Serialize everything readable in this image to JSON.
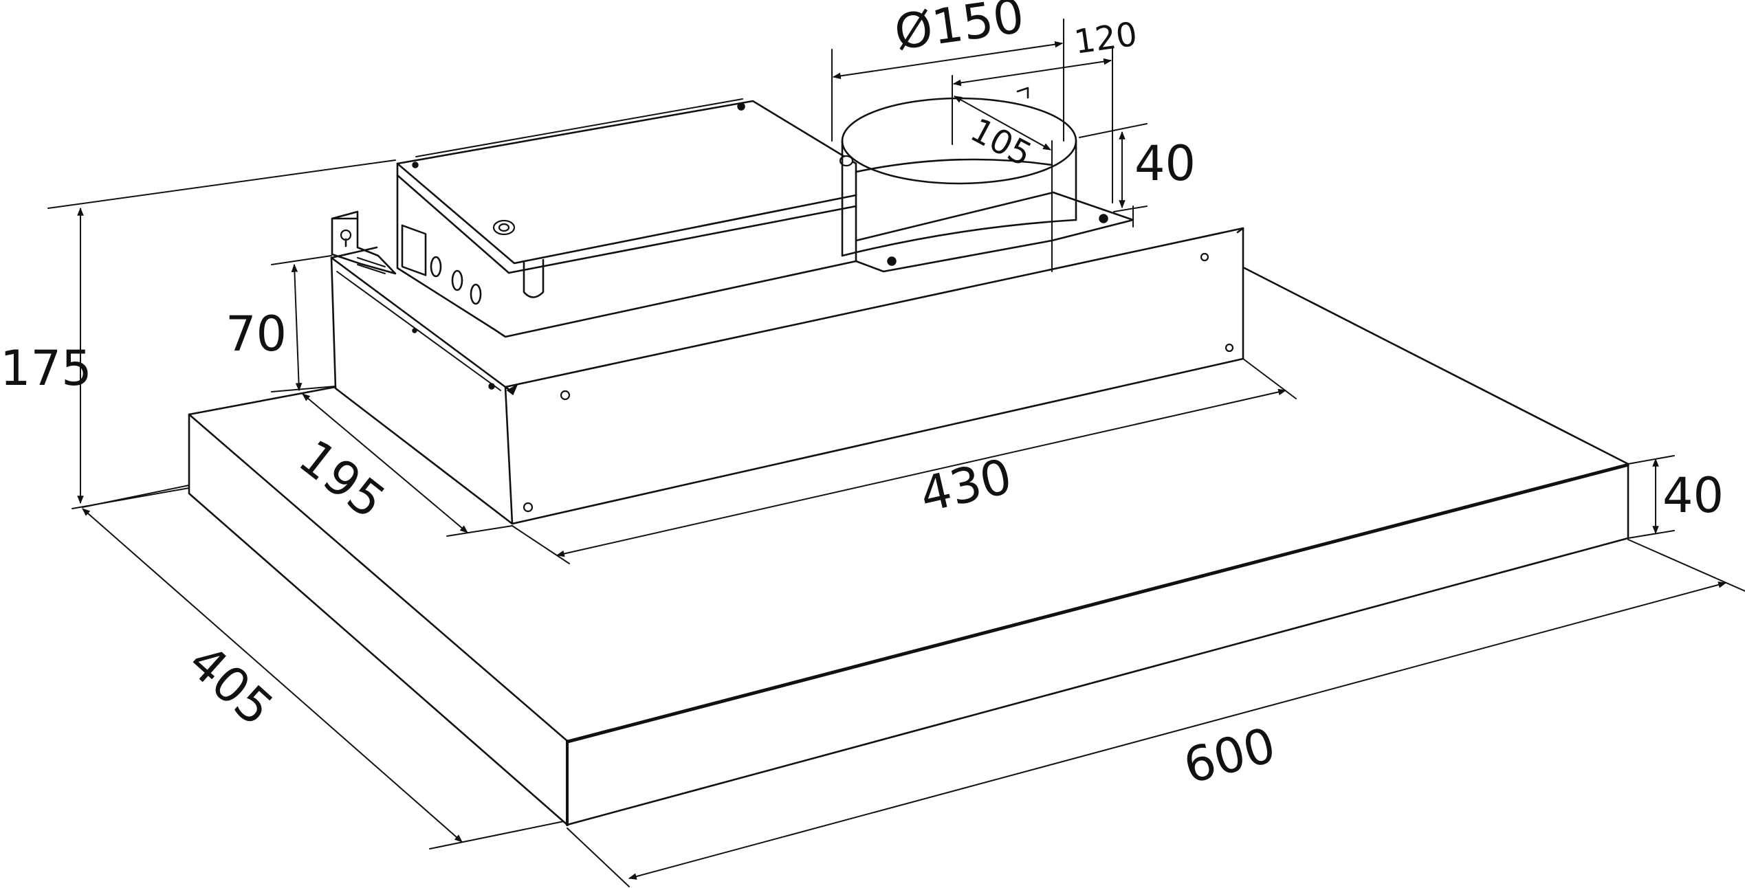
{
  "dimensions": {
    "d600": "600",
    "d405": "405",
    "d175": "175",
    "d70": "70",
    "d195": "195",
    "d430": "430",
    "d40_side": "40",
    "d40_collar": "40",
    "d150": "Ø150",
    "d120": "120",
    "d105": "105"
  }
}
